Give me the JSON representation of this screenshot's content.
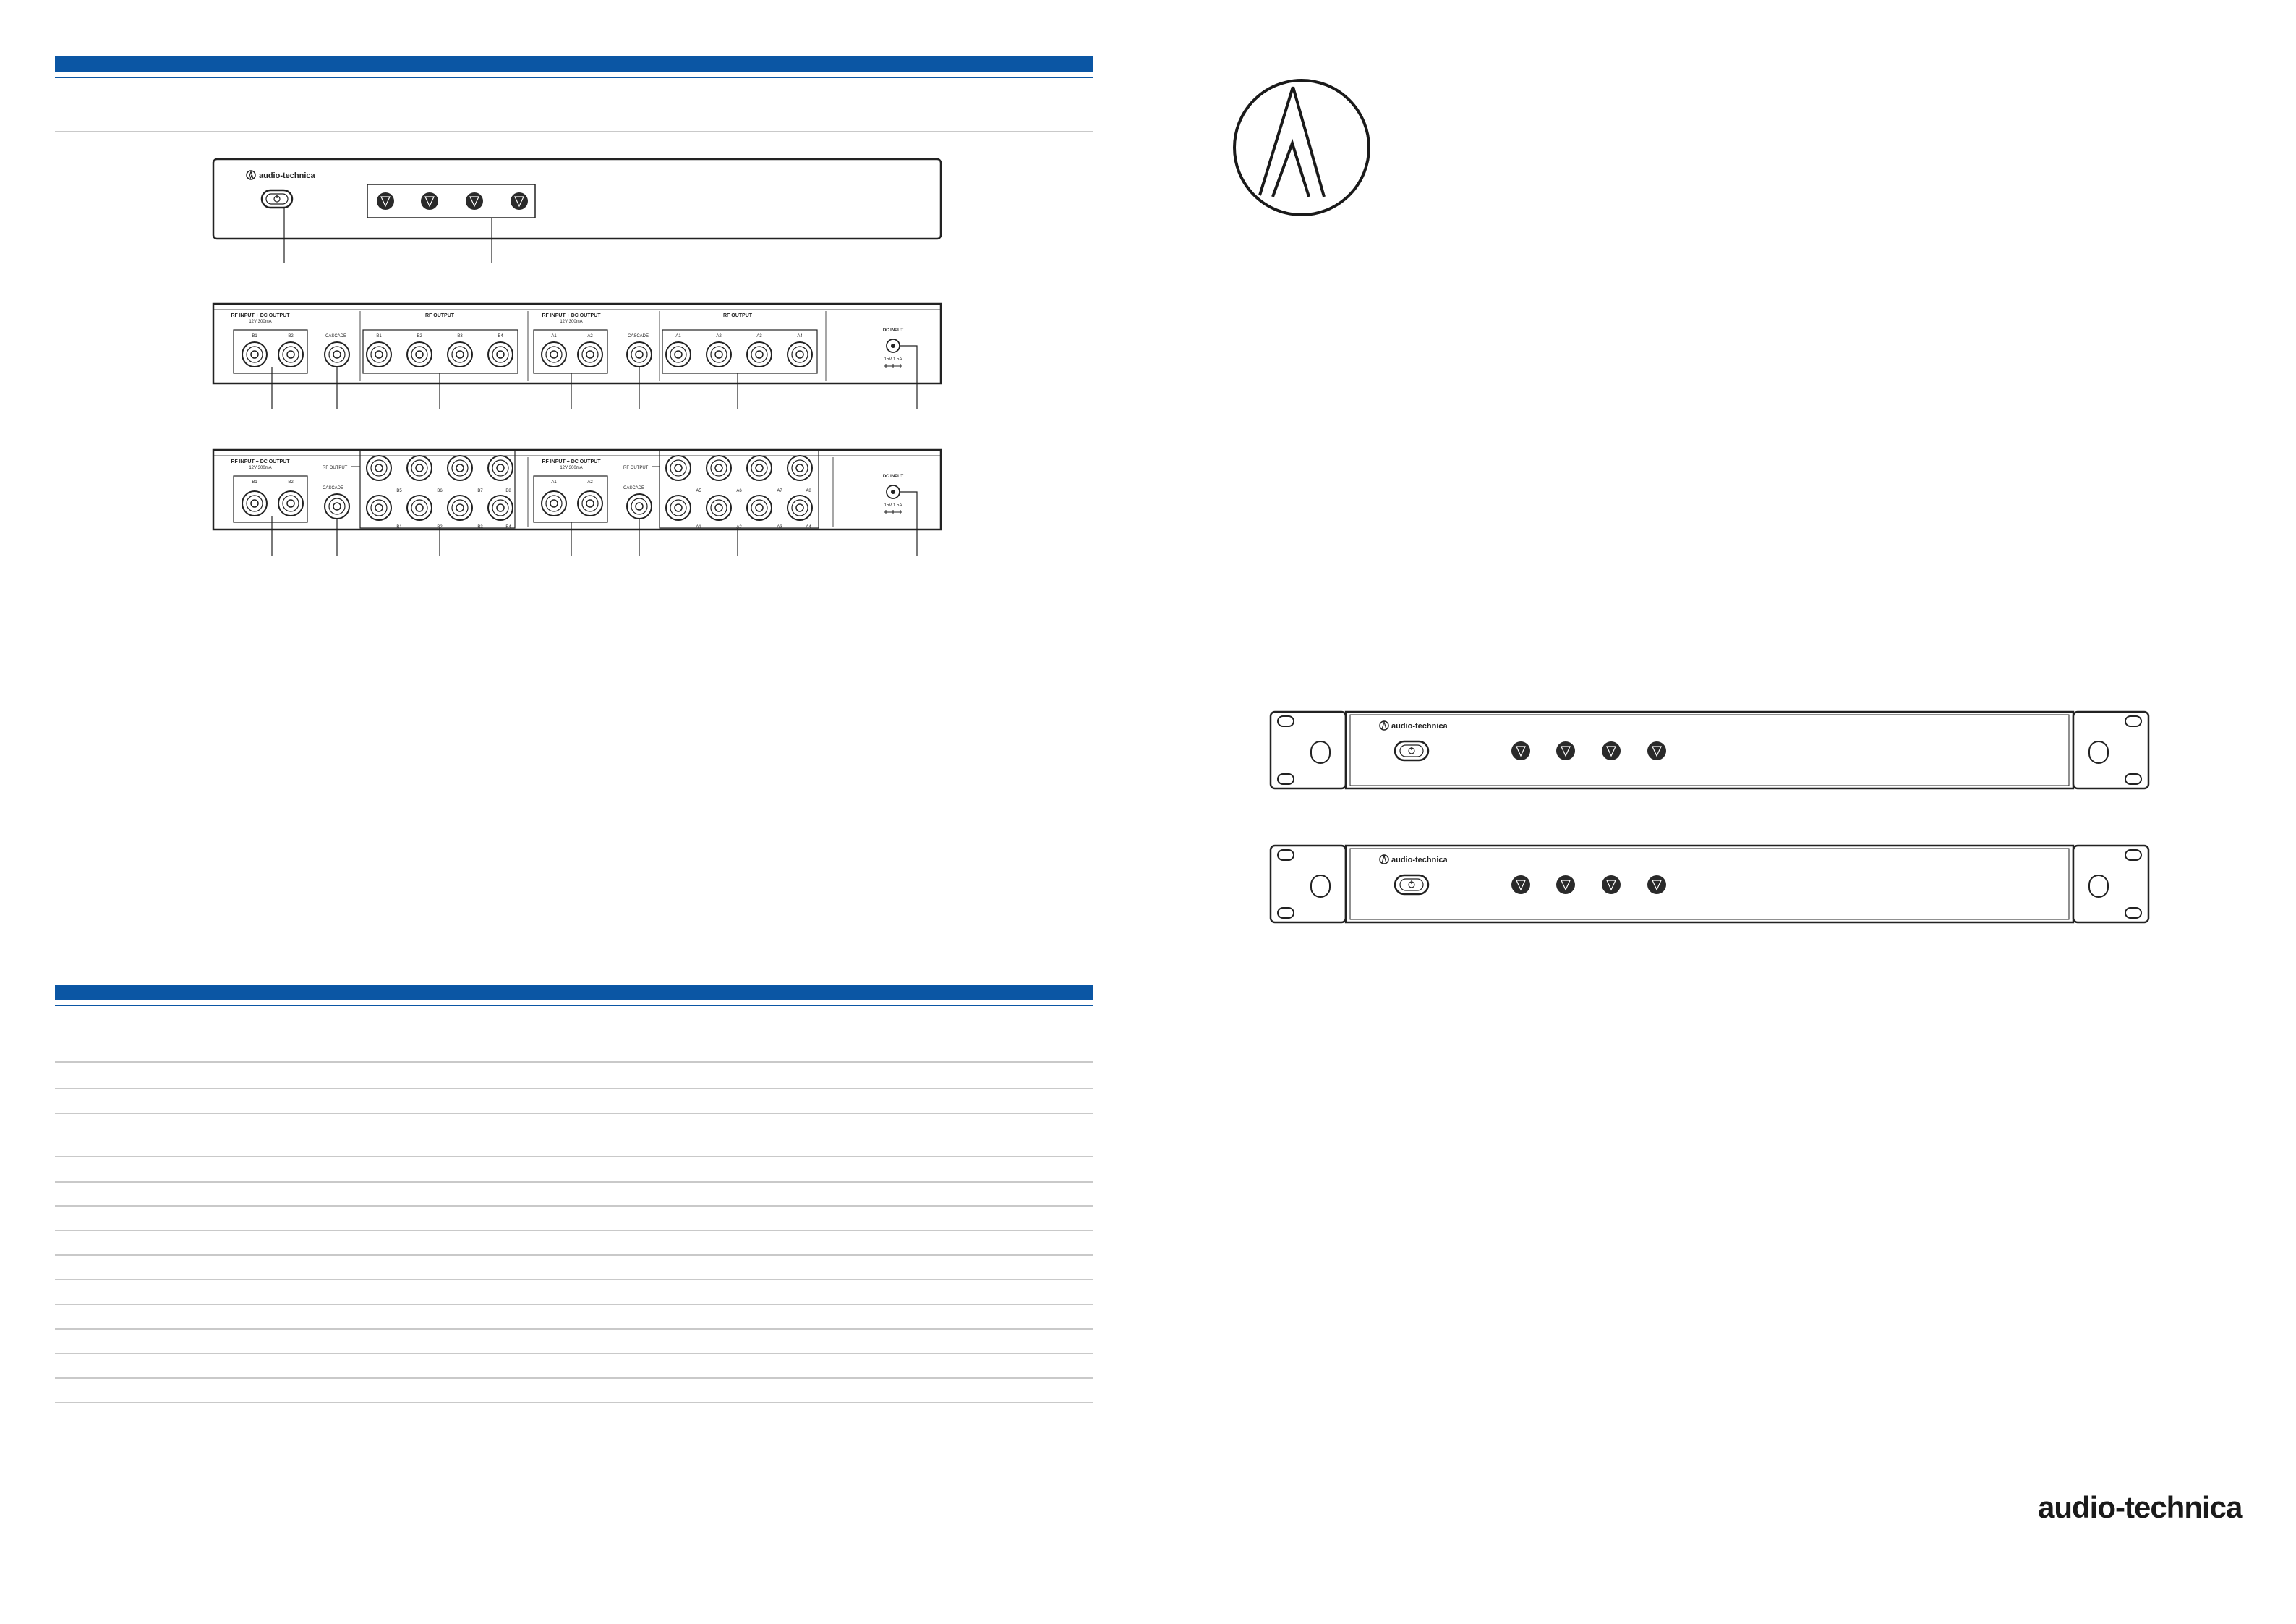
{
  "brand": {
    "wordmark": "audio-technica",
    "panel_logo_text": "audio-technica"
  },
  "rear_panel_top": {
    "group1": {
      "header": "RF INPUT + DC OUTPUT",
      "sub1": "12V  300mA",
      "sub2": "",
      "labels": [
        "B1",
        "B2"
      ]
    },
    "cascade1": "CASCADE",
    "group2": {
      "header": "RF OUTPUT",
      "labels": [
        "B1",
        "B2",
        "B3",
        "B4"
      ]
    },
    "group3": {
      "header": "RF INPUT + DC OUTPUT",
      "sub1": "12V  300mA",
      "sub2": "",
      "labels": [
        "A1",
        "A2"
      ]
    },
    "cascade2": "CASCADE",
    "group4": {
      "header": "RF OUTPUT",
      "labels": [
        "A1",
        "A2",
        "A3",
        "A4"
      ]
    },
    "dc_input": {
      "label": "DC INPUT",
      "rating": "15V  1.5A"
    }
  },
  "rear_panel_bottom": {
    "group1": {
      "header": "RF INPUT + DC OUTPUT",
      "sub1": "12V  300mA",
      "labels": [
        "B1",
        "B2"
      ]
    },
    "output_b": "RF OUTPUT",
    "cascade1": "CASCADE",
    "labels_b_row1": [
      "B5",
      "B6",
      "B7",
      "B8"
    ],
    "labels_b_row2": [
      "B1",
      "B2",
      "B3",
      "B4"
    ],
    "group3": {
      "header": "RF INPUT + DC OUTPUT",
      "sub1": "12V  300mA",
      "labels": [
        "A1",
        "A2"
      ]
    },
    "output_a": "RF OUTPUT",
    "cascade2": "CASCADE",
    "labels_a_row1": [
      "A5",
      "A6",
      "A7",
      "A8"
    ],
    "labels_a_row2": [
      "A1",
      "A2",
      "A3",
      "A4"
    ],
    "dc_input": {
      "label": "DC INPUT",
      "rating": "15V  1.5A"
    }
  },
  "colors": {
    "accent": "#0b56a4",
    "rule": "#c9c9c9",
    "ink": "#1a1a1a"
  },
  "icons": [
    "power-icon",
    "led-indicator-icon",
    "bnc-connector-icon",
    "dc-jack-icon",
    "audio-technica-logo-icon",
    "rack-ear-icon"
  ]
}
